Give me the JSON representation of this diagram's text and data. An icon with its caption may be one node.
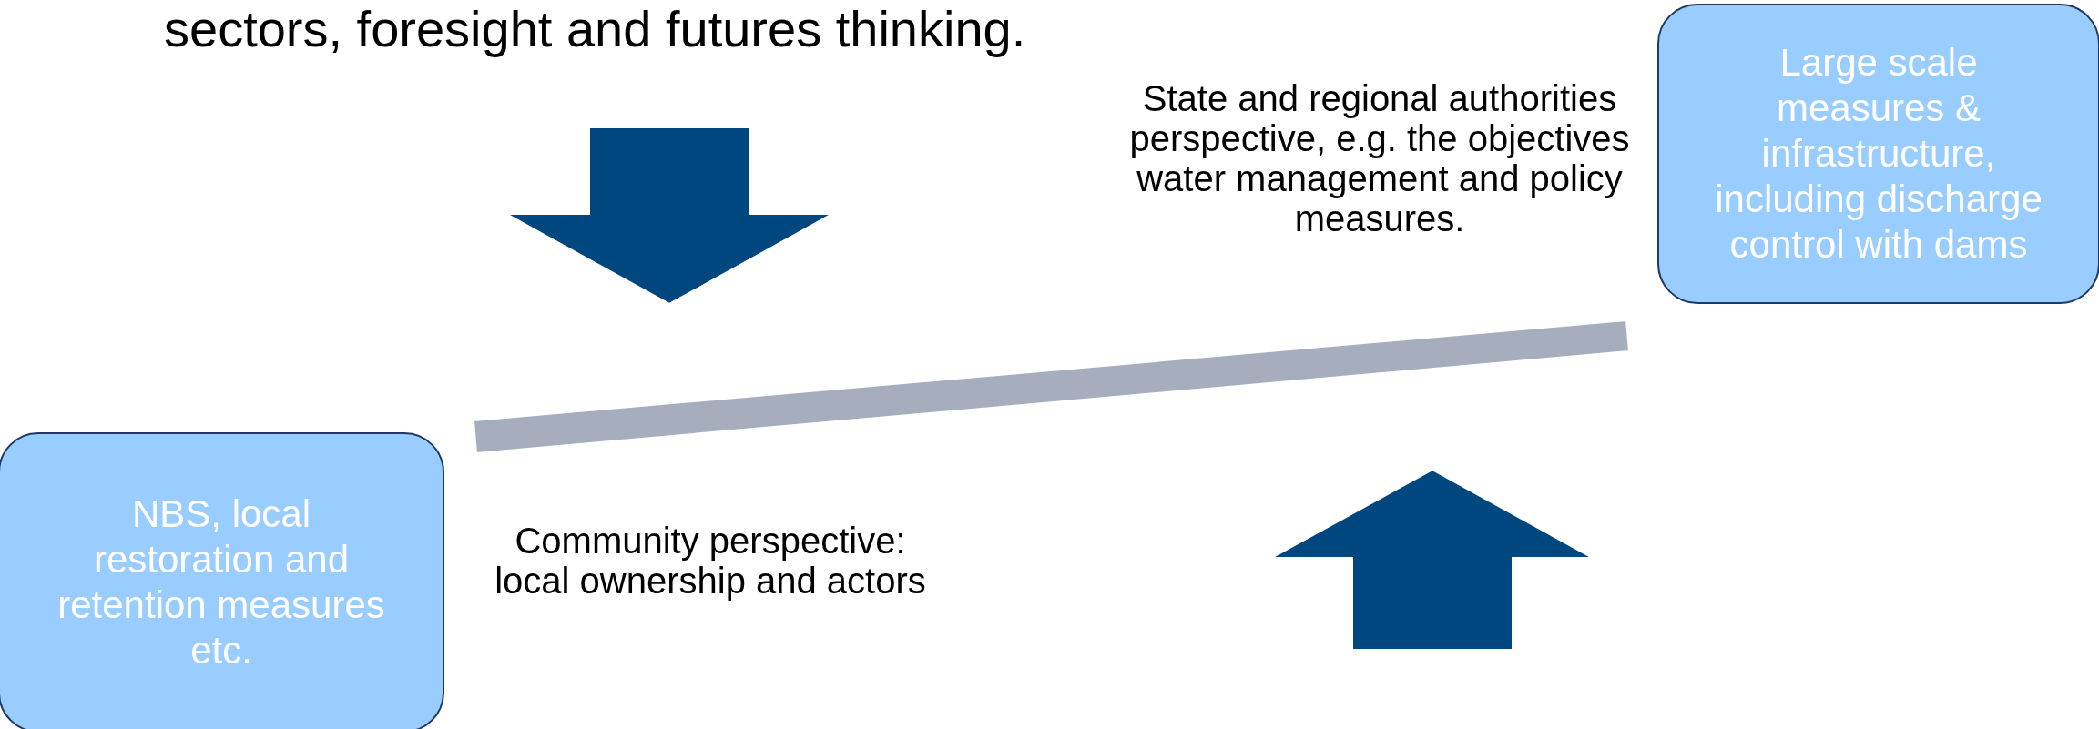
{
  "diagram": {
    "nodes": [
      {
        "text": [
          "Large scale measures & infrastructure, including discharge control with dams"
        ]
      },
      {
        "text": [
          "NBS, local restoration and retention measures etc."
        ]
      }
    ],
    "labels": [
      "sectors, foresight and futures thinking.",
      "State and regional authorities perspective, e.g. the objectives water management and policy measures.",
      "Community perspective: local ownership and actors"
    ]
  }
}
